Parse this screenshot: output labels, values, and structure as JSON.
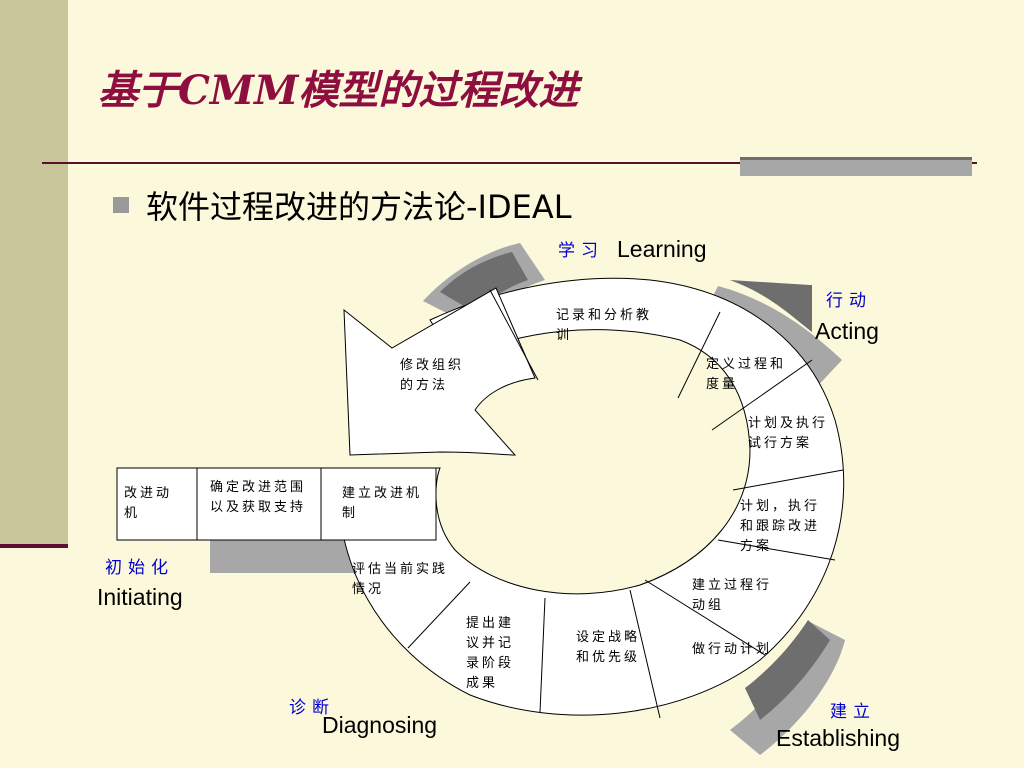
{
  "title": "基于CMM模型的过程改进",
  "bullet": "软件过程改进的方法论-IDEAL",
  "phases": {
    "learning": {
      "zh": "学习",
      "en": "Learning"
    },
    "acting": {
      "zh": "行动",
      "en": "Acting"
    },
    "initiating": {
      "zh": "初始化",
      "en": "Initiating"
    },
    "diagnosing": {
      "zh": "诊断",
      "en": "Diagnosing"
    },
    "establishing": {
      "zh": "建立",
      "en": "Establishing"
    }
  },
  "steps": [
    "改进动机",
    "确定改进范围以及获取支持",
    "建立改进机制",
    "评估当前实践情况",
    "提出建议并记录阶段成果",
    "设定战略和优先级",
    "建立过程行动组",
    "做行动计划",
    "计划，执行和跟踪改进方案",
    "计划及执行试行方案",
    "定义过程和度量",
    "记录和分析教训",
    "修改组织的方法"
  ],
  "colors": {
    "title": "#8e0f3f",
    "phase_label": "#0000cc",
    "sidebar": "#c8c69a",
    "accent_line": "#5a0f2e",
    "background": "#fbf8dc",
    "shadow": "#a7a7a7"
  }
}
